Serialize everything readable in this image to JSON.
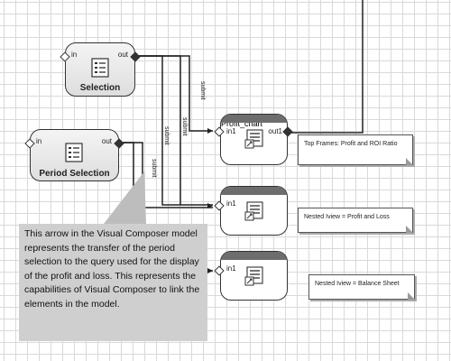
{
  "nodes": {
    "selection": {
      "label": "Selection",
      "port_in": "in",
      "port_out": "out"
    },
    "period_selection": {
      "label": "Period Selection",
      "port_in": "in",
      "port_out": "out"
    },
    "profit_chart": {
      "label": "Profit_chart",
      "port_in": "in1",
      "port_out": "out1"
    },
    "view2": {
      "port_in": "in1"
    },
    "view3": {
      "port_in": "in1"
    }
  },
  "wire_labels": [
    "submit",
    "submit",
    "submit",
    "submit"
  ],
  "notes": {
    "top_frames": "Top Frames: Profit and ROI Ratio",
    "nested_pl": "Nested Iview = Profit and Loss",
    "nested_bs": "Nested Iview = Balance Sheet"
  },
  "callout": {
    "text": "This arrow in the Visual Composer model represents the transfer of the period selection to the query used for the display of the profit and loss. This represents the capabilities of Visual Composer to link the elements in the model."
  },
  "colors": {
    "wire": "#222222",
    "node_border": "#333333",
    "callout_bg": "#cfcfcf",
    "grid": "#d9d9d9"
  }
}
